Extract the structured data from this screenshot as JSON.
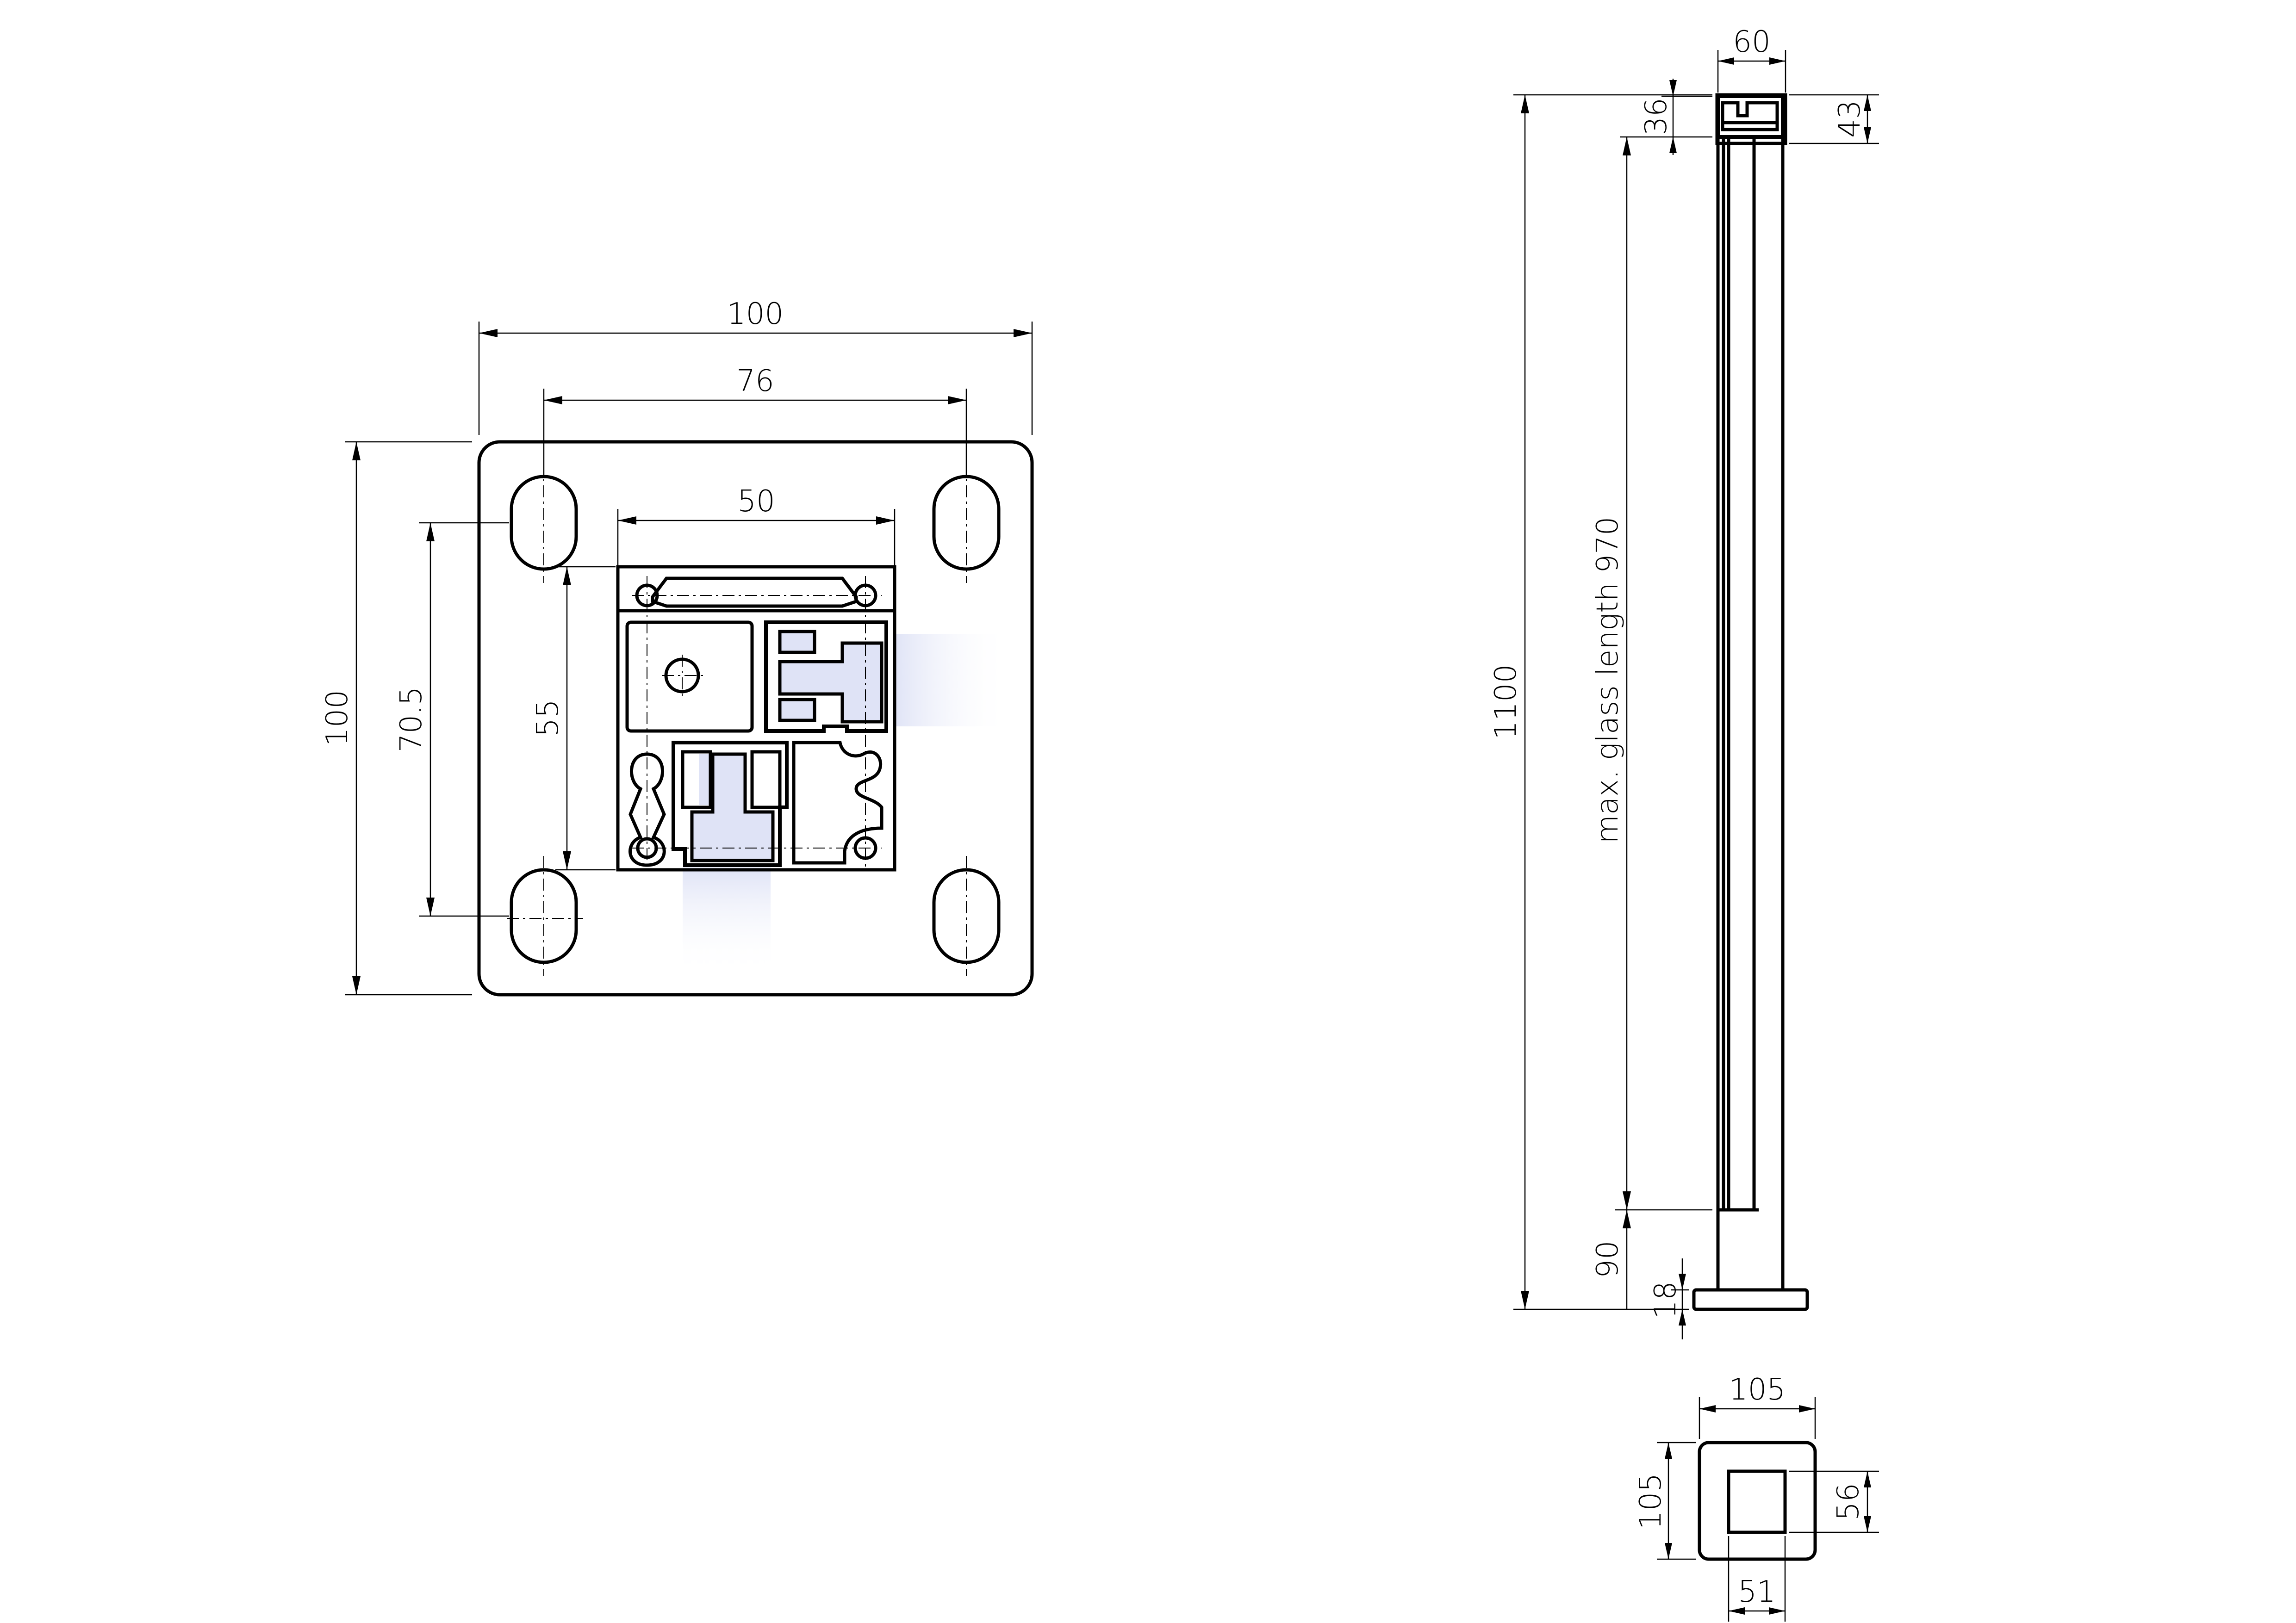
{
  "plan_view": {
    "dims": {
      "width_outer": "100",
      "width_holes": "76",
      "width_profile": "50",
      "height_outer": "100",
      "height_holes": "70.5",
      "height_profile": "55"
    }
  },
  "elevation": {
    "dims": {
      "total_height": "1100",
      "glass_length": "max. glass length 970",
      "top_width": "60",
      "top_clamp_height": "36",
      "top_cap_height": "43",
      "bottom_offset": "90",
      "base_thickness": "18"
    }
  },
  "base_view": {
    "dims": {
      "base_width": "105",
      "base_height": "105",
      "post_width": "51",
      "post_height": "56"
    }
  }
}
